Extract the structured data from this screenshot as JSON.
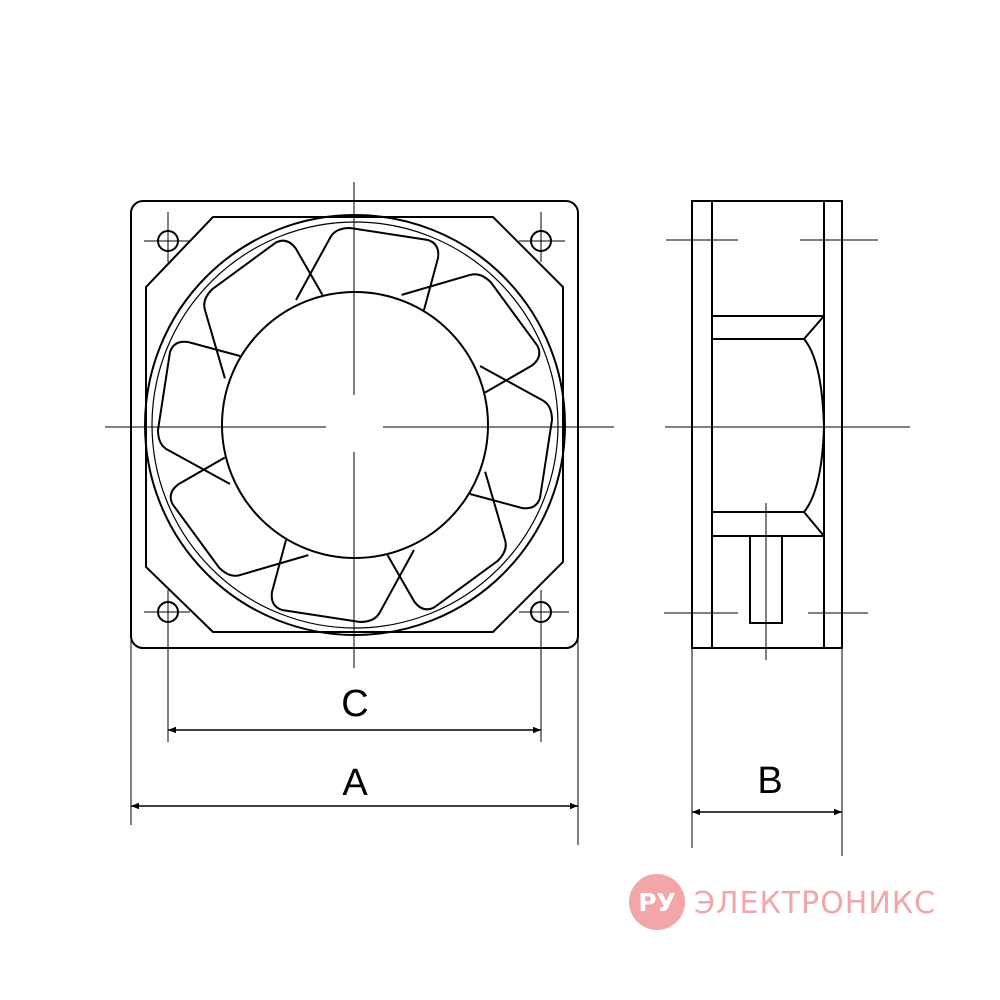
{
  "dimensions": {
    "overall_width": "A",
    "hole_spacing": "C",
    "depth": "B"
  },
  "watermark": {
    "logo": "РУ",
    "brand": "ЭЛЕКТРОНИКС",
    "color": "#f2a6a8"
  },
  "colors": {
    "line": "#000000",
    "background": "#ffffff"
  }
}
